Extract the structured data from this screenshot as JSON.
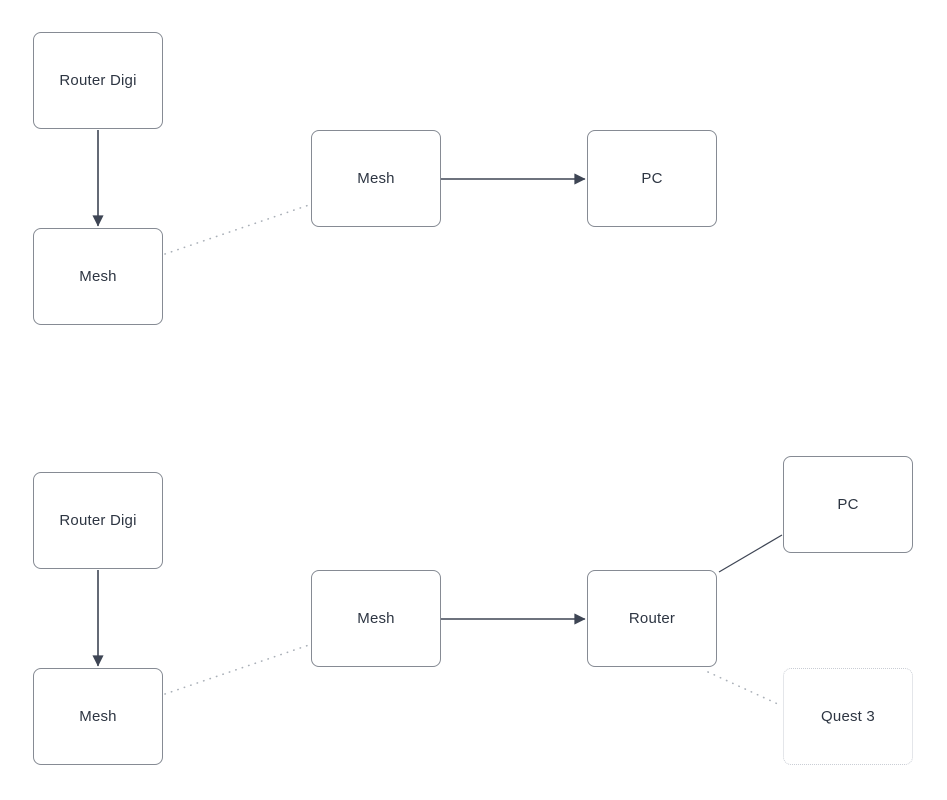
{
  "colors": {
    "node_border": "#868b94",
    "node_fill": "#ffffff",
    "node_text": "#2d3542",
    "edge_solid": "#3e4554",
    "edge_dotted": "#aab0b8",
    "quest3_border": "#c9cdd4",
    "background": "#ffffff"
  },
  "diagram_top": {
    "nodes": {
      "router_digi": {
        "label": "Router Digi"
      },
      "mesh_a": {
        "label": "Mesh"
      },
      "mesh_b": {
        "label": "Mesh"
      },
      "pc": {
        "label": "PC"
      }
    },
    "edges": [
      {
        "from": "router_digi",
        "to": "mesh_a",
        "style": "solid-arrow"
      },
      {
        "from": "mesh_a",
        "to": "mesh_b",
        "style": "dotted"
      },
      {
        "from": "mesh_b",
        "to": "pc",
        "style": "solid-arrow"
      }
    ]
  },
  "diagram_bottom": {
    "nodes": {
      "router_digi": {
        "label": "Router Digi"
      },
      "mesh_a": {
        "label": "Mesh"
      },
      "mesh_b": {
        "label": "Mesh"
      },
      "router": {
        "label": "Router"
      },
      "pc": {
        "label": "PC"
      },
      "quest3": {
        "label": "Quest 3"
      }
    },
    "edges": [
      {
        "from": "router_digi",
        "to": "mesh_a",
        "style": "solid-arrow"
      },
      {
        "from": "mesh_a",
        "to": "mesh_b",
        "style": "dotted"
      },
      {
        "from": "mesh_b",
        "to": "router",
        "style": "solid-arrow"
      },
      {
        "from": "router",
        "to": "pc",
        "style": "solid-line"
      },
      {
        "from": "router",
        "to": "quest3",
        "style": "dotted"
      }
    ]
  }
}
